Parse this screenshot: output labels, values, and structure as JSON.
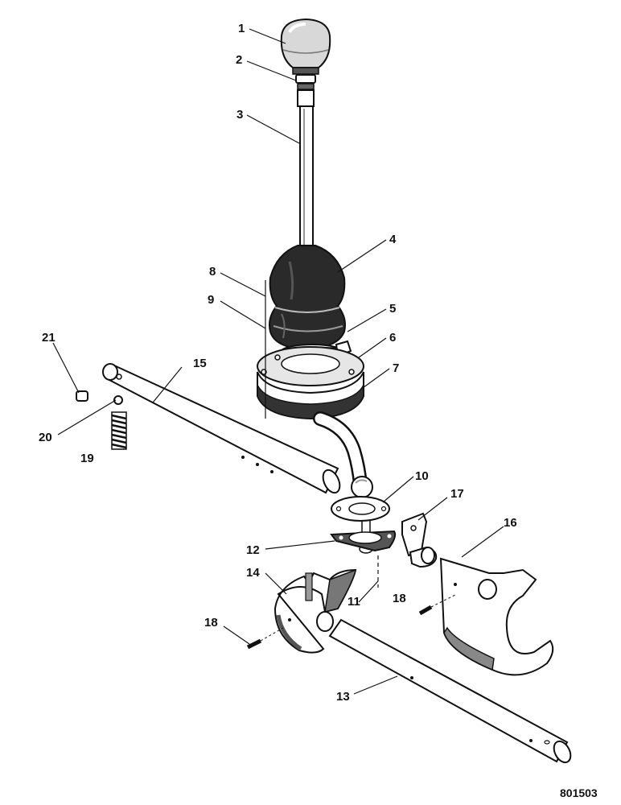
{
  "callouts": [
    "1",
    "2",
    "3",
    "4",
    "5",
    "6",
    "7",
    "8",
    "9",
    "10",
    "11",
    "12",
    "13",
    "14",
    "15",
    "16",
    "17",
    "18",
    "18",
    "19",
    "20",
    "21"
  ],
  "drawing_number": "801503",
  "colors": {
    "ink": "#111111",
    "paper": "#ffffff",
    "boot": "#2a2a2a",
    "knob": "#d8d8d8"
  }
}
